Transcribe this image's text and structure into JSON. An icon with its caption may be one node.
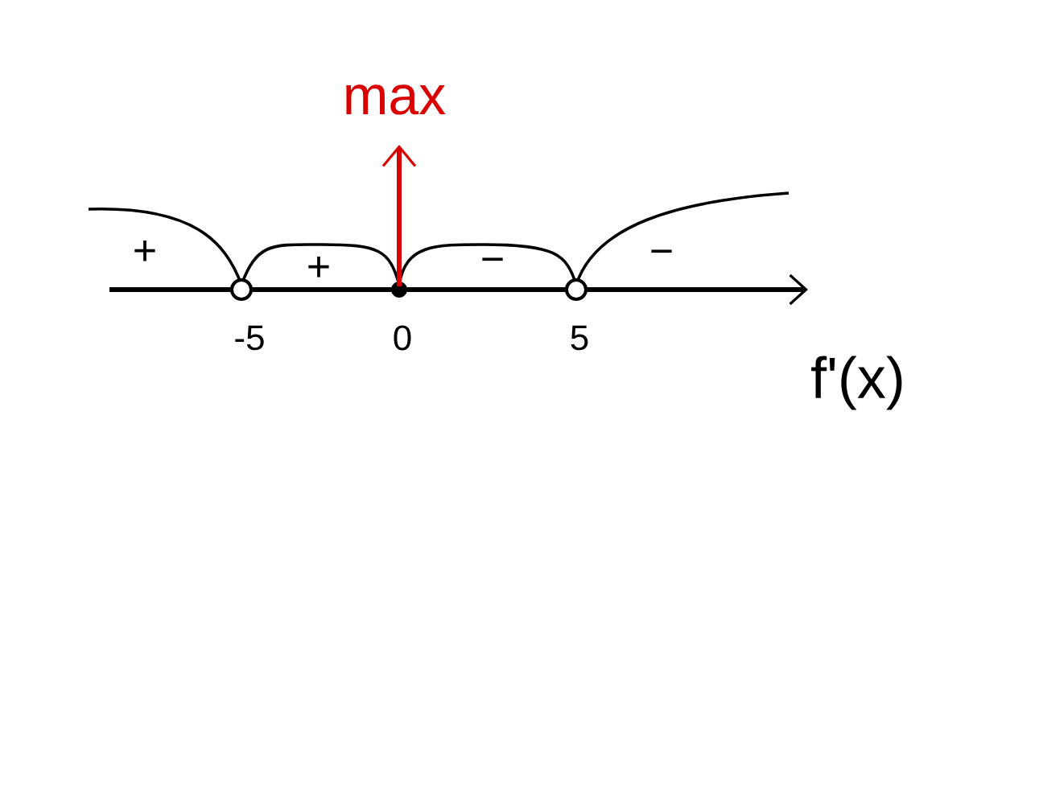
{
  "diagram": {
    "labels": [
      "max",
      "+",
      "+",
      "−",
      "−",
      "-5",
      "0",
      "5",
      "f'(x)"
    ]
  }
}
